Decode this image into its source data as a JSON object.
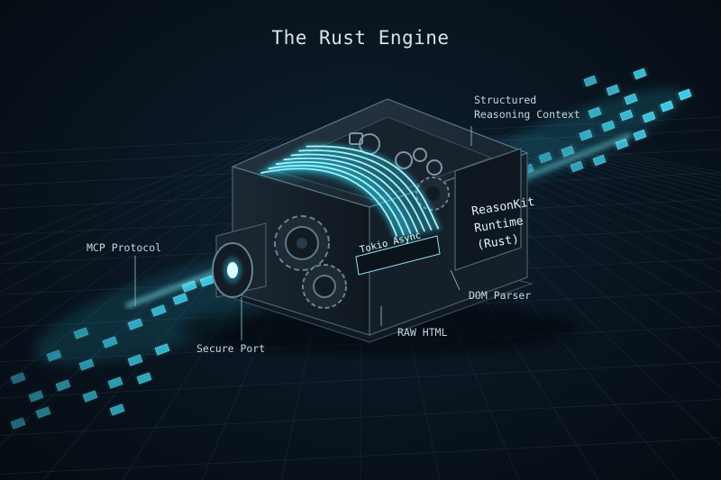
{
  "title": "The Rust Engine",
  "labels": {
    "mcp_protocol": "MCP Protocol",
    "secure_port": "Secure Port",
    "raw_html": "RAW HTML",
    "dom_parser": "DOM Parser",
    "structured_line1": "Structured",
    "structured_line2": "Reasoning Context",
    "runtime_line1": "ReasonKit",
    "runtime_line2": "Runtime",
    "runtime_line3": "(Rust)",
    "chip": "Tokio Async"
  },
  "colors": {
    "background": "#0a1622",
    "accent_cyan": "#2fe3ff",
    "glow": "#7ff4ff",
    "engine_body": "#1b2530",
    "label_text": "#c5d8df"
  }
}
